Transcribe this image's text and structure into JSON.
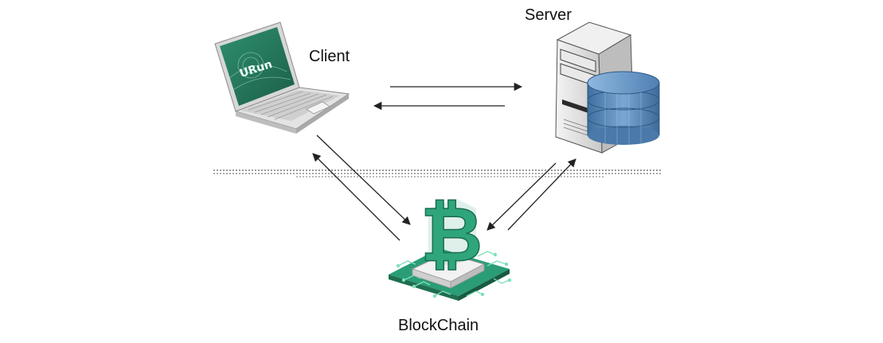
{
  "nodes": {
    "client": {
      "label": "Client",
      "icon": "laptop-icon",
      "screen_text": "URun"
    },
    "server": {
      "label": "Server",
      "icon": "server-database-icon"
    },
    "blockchain": {
      "label": "BlockChain",
      "icon": "bitcoin-chip-icon",
      "glyph": "₿"
    }
  },
  "edges": [
    {
      "from": "client",
      "to": "server"
    },
    {
      "from": "server",
      "to": "client"
    },
    {
      "from": "client",
      "to": "blockchain"
    },
    {
      "from": "blockchain",
      "to": "client"
    },
    {
      "from": "server",
      "to": "blockchain"
    },
    {
      "from": "blockchain",
      "to": "server"
    }
  ],
  "colors": {
    "accent_green": "#2a9d76",
    "dark_green": "#1f6e4f",
    "database_blue": "#5b8fc4",
    "server_gray": "#d9d9d9",
    "arrow": "#222222"
  }
}
